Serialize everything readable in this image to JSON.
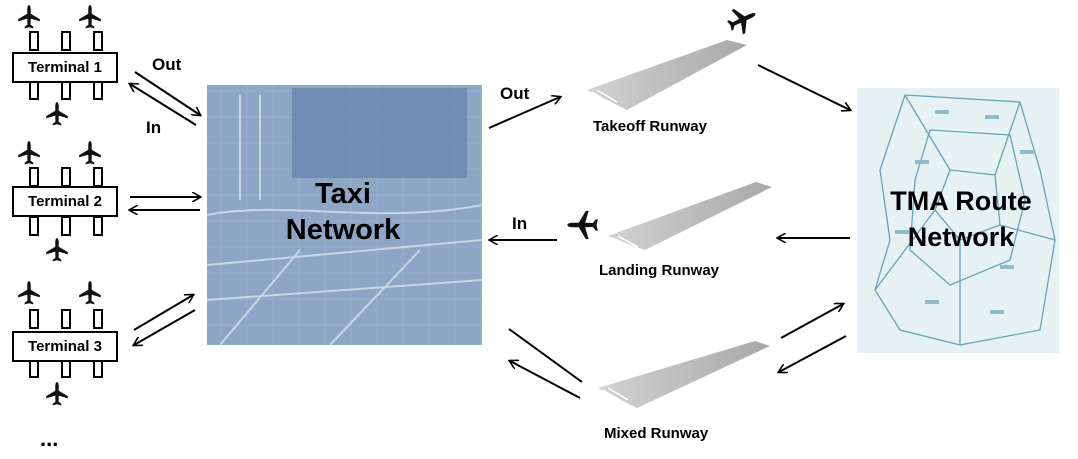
{
  "terminals": [
    {
      "label": "Terminal 1"
    },
    {
      "label": "Terminal 2"
    },
    {
      "label": "Terminal 3"
    }
  ],
  "terminal_more": "...",
  "flow_labels": {
    "terminal_out": "Out",
    "terminal_in": "In",
    "taxi_out": "Out",
    "runway_in": "In"
  },
  "taxi_network": {
    "line1": "Taxi",
    "line2": "Network"
  },
  "runways": {
    "takeoff": "Takeoff Runway",
    "landing": "Landing Runway",
    "mixed": "Mixed Runway"
  },
  "tma": {
    "line1": "TMA Route",
    "line2": "Network"
  },
  "colors": {
    "taxi_bg": "#8fa6c6",
    "tma_bg": "#e6f1f4",
    "runway": "#b5b5b5",
    "arrow": "#000000"
  }
}
